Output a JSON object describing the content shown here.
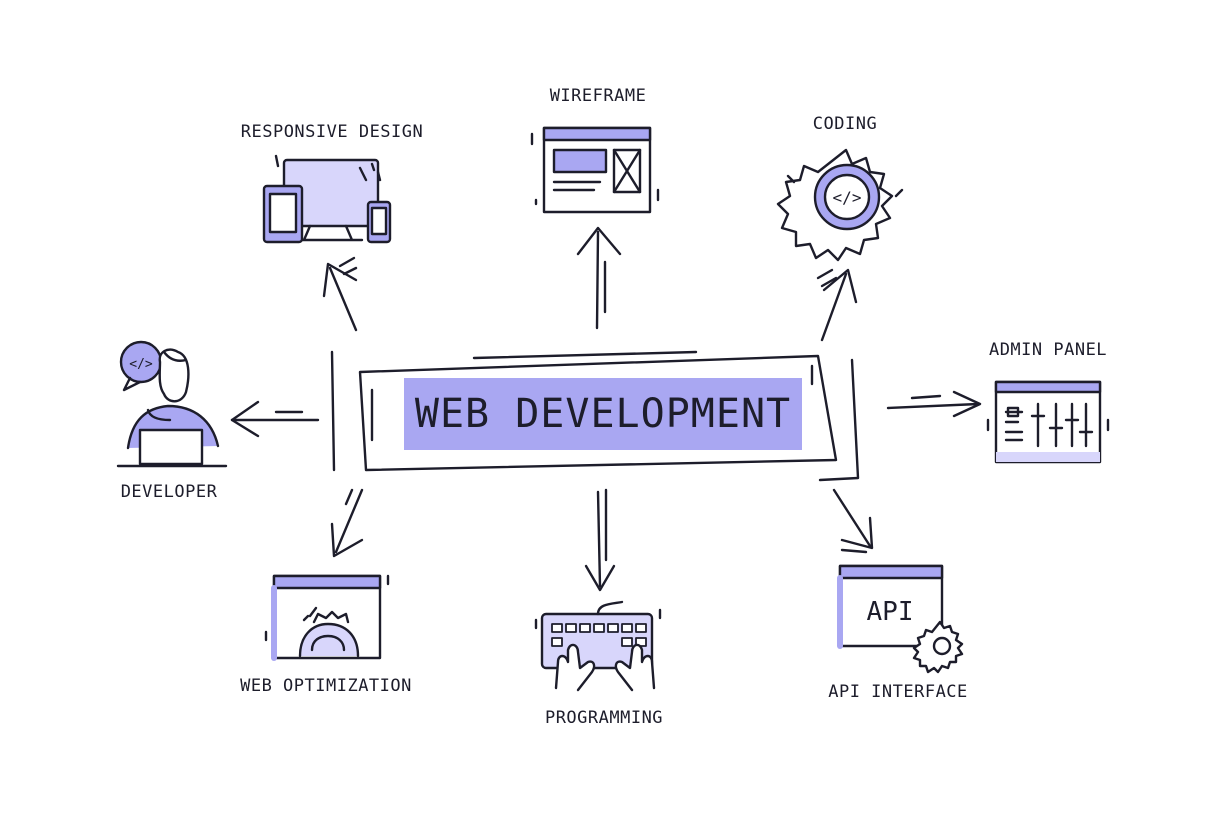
{
  "colors": {
    "ink": "#1d1d2b",
    "accent": "#a9a7f2",
    "accent_light": "#d8d6fb",
    "background": "#ffffff"
  },
  "center": {
    "title": "WEB DEVELOPMENT"
  },
  "nodes": {
    "wireframe": {
      "label": "WIREFRAME",
      "icon": "wireframe-window-icon"
    },
    "responsive_design": {
      "label": "RESPONSIVE DESIGN",
      "icon": "devices-icon"
    },
    "coding": {
      "label": "CODING",
      "icon": "code-gear-icon"
    },
    "developer": {
      "label": "DEVELOPER",
      "icon": "developer-laptop-icon"
    },
    "admin_panel": {
      "label": "ADMIN PANEL",
      "icon": "sliders-window-icon"
    },
    "web_optimization": {
      "label": "WEB OPTIMIZATION",
      "icon": "gear-window-icon"
    },
    "programming": {
      "label": "PROGRAMMING",
      "icon": "keyboard-hands-icon"
    },
    "api_interface": {
      "label": "API INTERFACE",
      "icon": "api-window-icon",
      "icon_text": "API"
    }
  },
  "icons": {
    "code_symbol": "</>"
  }
}
